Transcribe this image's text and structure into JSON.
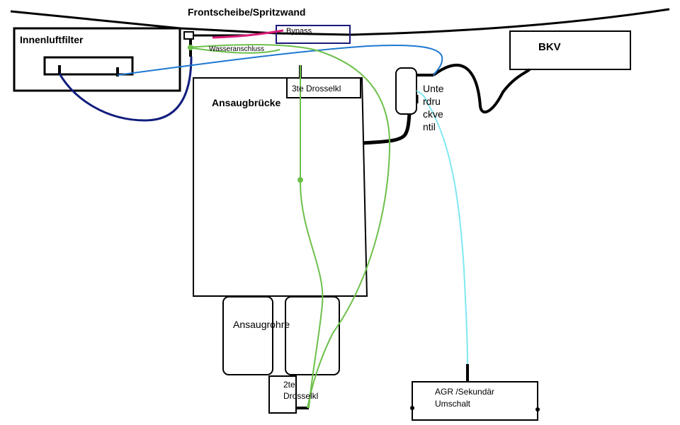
{
  "labels": {
    "frontscheibe": "Frontscheibe/Spritzwand",
    "innenluftfilter": "Innenluftfilter",
    "bypass": "Bypass",
    "wasseranschluss": "Wasseranschluss",
    "bkv": "BKV",
    "dritte_drossel": "3te Drosselkl",
    "ansaugbruecke": "Ansaugbrücke",
    "unterdruckventil": [
      "Unte",
      "rdru",
      "ckve",
      "ntil"
    ],
    "ansaugrohre": "Ansaugrohre",
    "zweite_drossel": [
      "2te",
      "Drosselkl"
    ],
    "agr": [
      "AGR /Sekundär",
      "Umschalt"
    ]
  },
  "colors": {
    "outline": "#000000",
    "hose_black": "#000000",
    "hose_green": "#6cc04a",
    "hose_blue": "#1e78d0",
    "hose_navy": "#101c7c",
    "hose_cyan": "#7fe8f0",
    "bypass_pink": "#d81b78",
    "bypass_box": "#1a1a7a"
  }
}
